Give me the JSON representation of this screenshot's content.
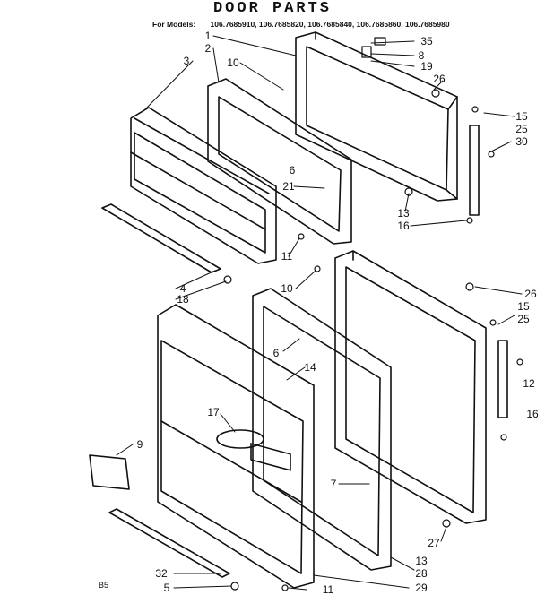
{
  "title": "DOOR PARTS",
  "models": {
    "label": "For Models:",
    "list": "106.7685910, 106.7685820, 106.7685840, 106.7685860, 106.7685980"
  },
  "callouts": {
    "c1": "1",
    "c2": "2",
    "c3": "3",
    "c10a": "10",
    "c35": "35",
    "c8": "8",
    "c19": "19",
    "c26a": "26",
    "c15a": "15",
    "c25a": "25",
    "c30": "30",
    "c6a": "6",
    "c21": "21",
    "c13a": "13",
    "c16a": "16",
    "c11a": "11",
    "c4": "4",
    "c18": "18",
    "c10b": "10",
    "c26b": "26",
    "c15b": "15",
    "c25b": "25",
    "c6b": "6",
    "c14": "14",
    "c17": "17",
    "c12": "12",
    "c16b": "16",
    "c9": "9",
    "c7": "7",
    "c27": "27",
    "c13b": "13",
    "c28": "28",
    "c32": "32",
    "c5": "5",
    "c11b": "11",
    "c29": "29"
  },
  "code": "B5"
}
